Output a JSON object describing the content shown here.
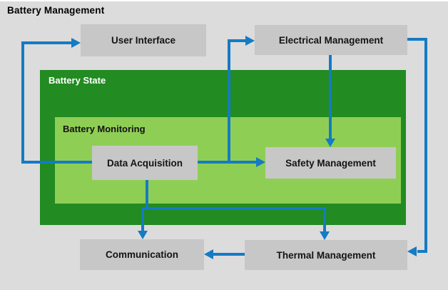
{
  "title": "Battery Management",
  "containers": {
    "battery_state": {
      "label": "Battery State"
    },
    "battery_monitoring": {
      "label": "Battery Monitoring"
    }
  },
  "nodes": {
    "user_interface": {
      "label": "User Interface"
    },
    "electrical_management": {
      "label": "Electrical Management"
    },
    "data_acquisition": {
      "label": "Data Acquisition"
    },
    "safety_management": {
      "label": "Safety Management"
    },
    "communication": {
      "label": "Communication"
    },
    "thermal_management": {
      "label": "Thermal Management"
    }
  },
  "edges": [
    {
      "from": "Data Acquisition",
      "to": "User Interface"
    },
    {
      "from": "Data Acquisition",
      "to": "Electrical Management"
    },
    {
      "from": "Data Acquisition",
      "to": "Safety Management"
    },
    {
      "from": "Electrical Management",
      "to": "Safety Management"
    },
    {
      "from": "Electrical Management",
      "to": "Thermal Management"
    },
    {
      "from": "Data Acquisition",
      "to": "Communication"
    },
    {
      "from": "Data Acquisition",
      "to": "Thermal Management"
    },
    {
      "from": "Thermal Management",
      "to": "Communication"
    }
  ],
  "colors": {
    "background": "#dcdcdc",
    "node_fill": "#c7c7c7",
    "battery_state_fill": "#228b22",
    "battery_monitoring_fill": "#8fce55",
    "arrow": "#147bc4",
    "title_text": "#000000",
    "battery_state_text": "#ffffff"
  }
}
